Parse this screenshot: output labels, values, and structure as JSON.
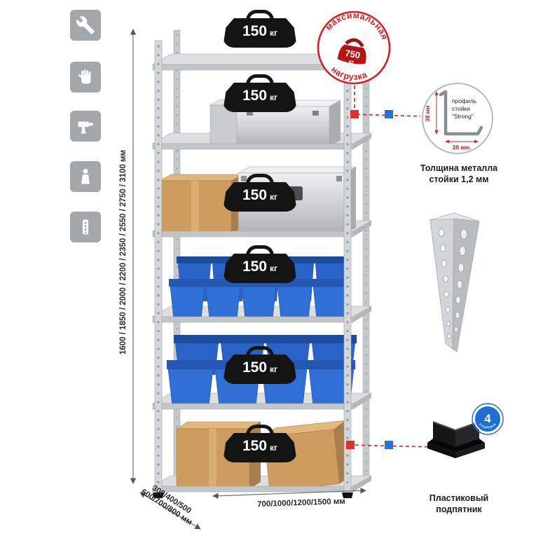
{
  "colors": {
    "accent_red": "#d42222",
    "accent_blue": "#1e6fd1",
    "metal": "#d4d7d9",
    "bin_blue": "#2e6ad0",
    "icon_gray": "#a4a7aa"
  },
  "sidebar": {
    "icons": [
      "wrench",
      "gloves",
      "drill",
      "person",
      "perforated-post"
    ]
  },
  "rack": {
    "shelves": [
      {
        "value": "150",
        "unit": "кг"
      },
      {
        "value": "150",
        "unit": "кг"
      },
      {
        "value": "150",
        "unit": "кг"
      },
      {
        "value": "150",
        "unit": "кг"
      },
      {
        "value": "150",
        "unit": "кг"
      },
      {
        "value": "150",
        "unit": "кг"
      }
    ]
  },
  "stamp": {
    "arc_top": "максимальная",
    "arc_bottom": "нагрузка",
    "value": "750",
    "unit": "кг"
  },
  "profile": {
    "line1": "профиль",
    "line2": "стойки",
    "line3": "“Strong”",
    "dim_v": "38 мм",
    "dim_h": "38 мм.",
    "caption1": "Толщина металла",
    "caption2": "стойки 1,2 мм"
  },
  "foot": {
    "badge_value": "4",
    "badge_text": "в комплекте",
    "caption1": "Пластиковый",
    "caption2": "подпятник"
  },
  "dimensions": {
    "height": "1600 / 1850 / 2000 / 2200 / 2350 / 2550 / 2750 / 3100 мм",
    "depth1": "300/400/500",
    "depth2": "600/700/800 мм",
    "width": "700/1000/1200/1500 мм"
  }
}
